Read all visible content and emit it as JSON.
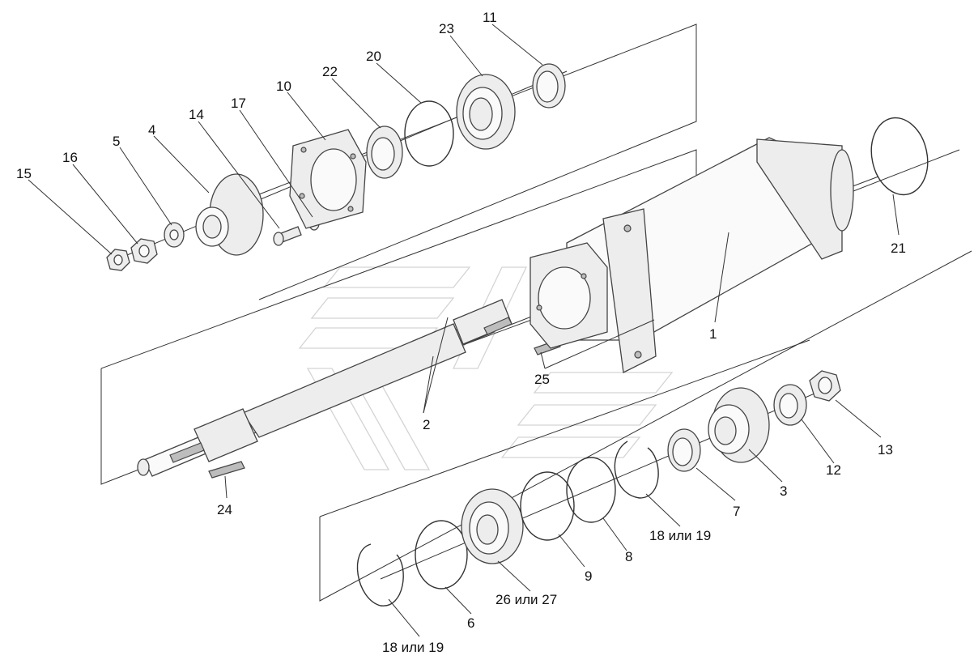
{
  "labels": {
    "p1": "1",
    "p2": "2",
    "p3": "3",
    "p4": "4",
    "p5": "5",
    "p6": "6",
    "p7": "7",
    "p8": "8",
    "p9": "9",
    "p10": "10",
    "p11": "11",
    "p12": "12",
    "p13": "13",
    "p14": "14",
    "p15": "15",
    "p16": "16",
    "p17": "17",
    "p20": "20",
    "p21": "21",
    "p22": "22",
    "p23": "23",
    "p24": "24",
    "p25": "25",
    "p18or19_right": "18 или 19",
    "p18or19_left": "18 или 19",
    "p26or27": "26 или 27"
  }
}
